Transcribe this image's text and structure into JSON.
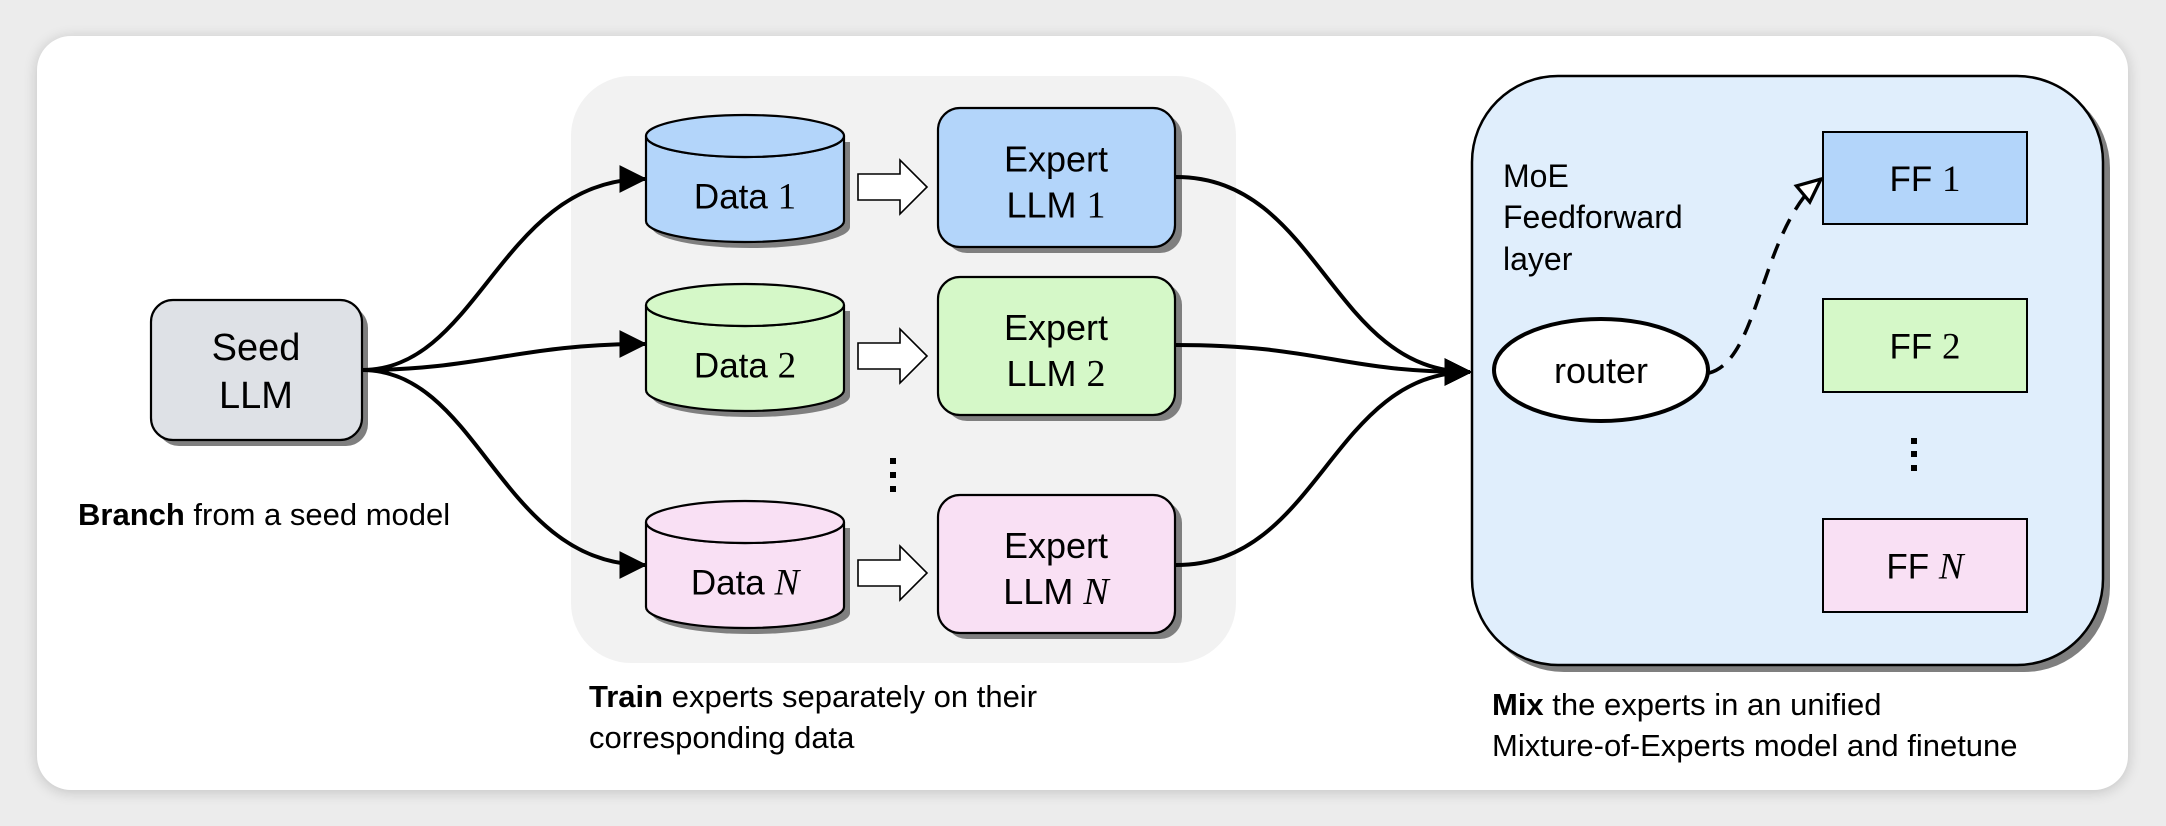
{
  "figure": {
    "seed": {
      "line1": "Seed",
      "line2": "LLM"
    },
    "branch_caption": {
      "bold": "Branch",
      "rest": " from a seed model"
    },
    "train_caption": {
      "bold": "Train",
      "rest": " experts separately on their",
      "line2": "corresponding data"
    },
    "mix_caption": {
      "bold": "Mix",
      "rest": " the experts in an unified",
      "line2": "Mixture-of-Experts model and finetune"
    },
    "experts": [
      {
        "data_prefix": "Data ",
        "index": "1",
        "italic": false,
        "expert_line1": "Expert",
        "expert_prefix": "LLM ",
        "ff_prefix": "FF ",
        "color": "#b3d5fa"
      },
      {
        "data_prefix": "Data ",
        "index": "2",
        "italic": false,
        "expert_line1": "Expert",
        "expert_prefix": "LLM ",
        "ff_prefix": "FF ",
        "color": "#d5f8c8"
      },
      {
        "data_prefix": "Data ",
        "index": "N",
        "italic": true,
        "expert_line1": "Expert",
        "expert_prefix": "LLM ",
        "ff_prefix": "FF ",
        "color": "#f9e0f4"
      }
    ],
    "ellipsis": "⋮",
    "moe": {
      "line1": "MoE",
      "line2": "Feedforward",
      "line3": "layer",
      "router": "router"
    },
    "colors": {
      "seed_fill": "#dee1e6",
      "train_panel": "#f2f2f2",
      "moe_fill": "#e0eefc",
      "shadow": "#7f7f7f",
      "stroke": "#000000"
    }
  }
}
